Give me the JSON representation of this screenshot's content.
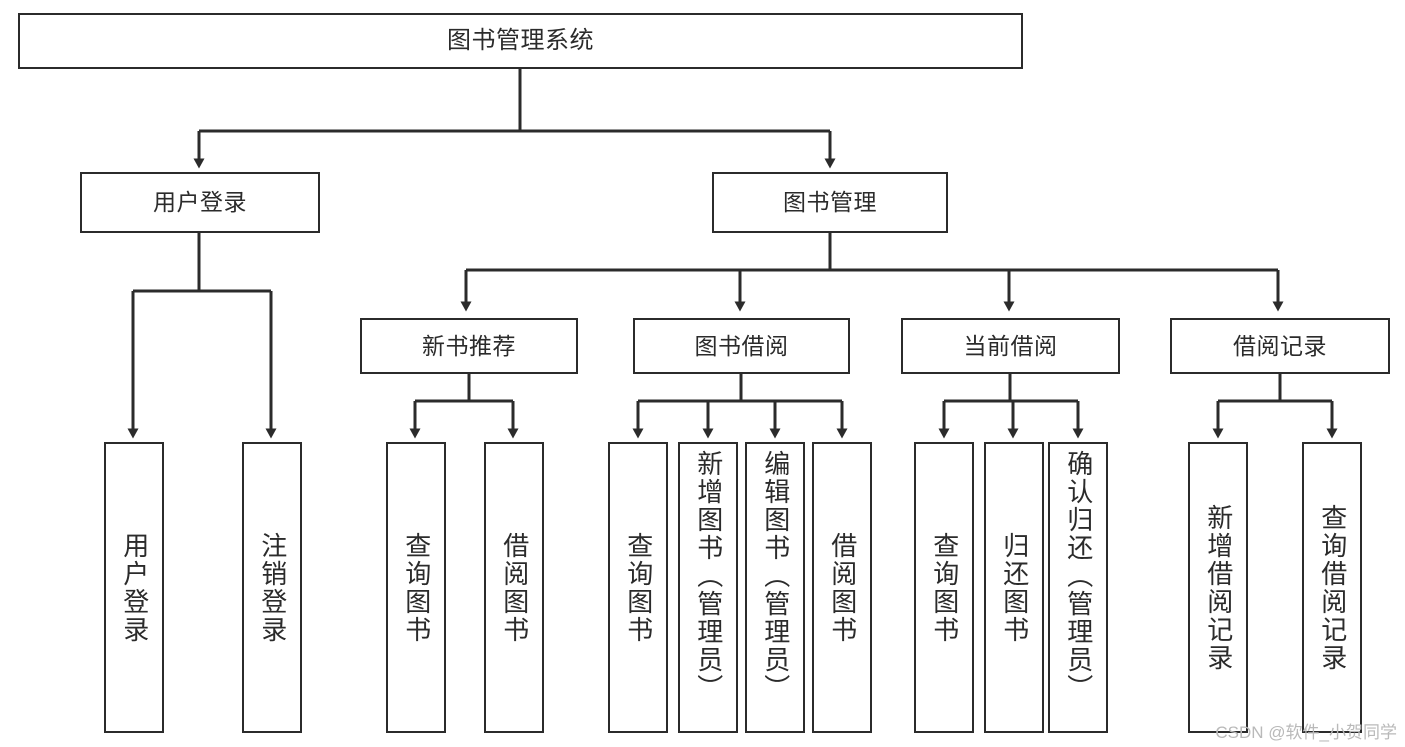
{
  "diagram": {
    "type": "tree-hierarchy-chart",
    "title": "图书管理系统",
    "background_color": "#ffffff",
    "line_color": "#2b2b2b",
    "text_color": "#2b2b2b"
  },
  "nodes": {
    "root": {
      "label": "图书管理系统"
    },
    "level2": [
      {
        "label": "用户登录"
      },
      {
        "label": "图书管理"
      }
    ],
    "level3": [
      {
        "label": "新书推荐"
      },
      {
        "label": "图书借阅"
      },
      {
        "label": "当前借阅"
      },
      {
        "label": "借阅记录"
      }
    ],
    "leaves": {
      "user_login": [
        {
          "label": "用户登录"
        },
        {
          "label": "注销登录"
        }
      ],
      "new_book_recommend": [
        {
          "label": "查询图书"
        },
        {
          "label": "借阅图书"
        }
      ],
      "book_borrow": [
        {
          "label": "查询图书"
        },
        {
          "label": "新增图书（管理员）"
        },
        {
          "label": "编辑图书（管理员）"
        },
        {
          "label": "借阅图书"
        }
      ],
      "current_borrow": [
        {
          "label": "查询图书"
        },
        {
          "label": "归还图书"
        },
        {
          "label": "确认归还（管理员）"
        }
      ],
      "borrow_record": [
        {
          "label": "新增借阅记录"
        },
        {
          "label": "查询借阅记录"
        }
      ]
    }
  },
  "watermark": {
    "text": "CSDN @软件_小贺同学"
  }
}
